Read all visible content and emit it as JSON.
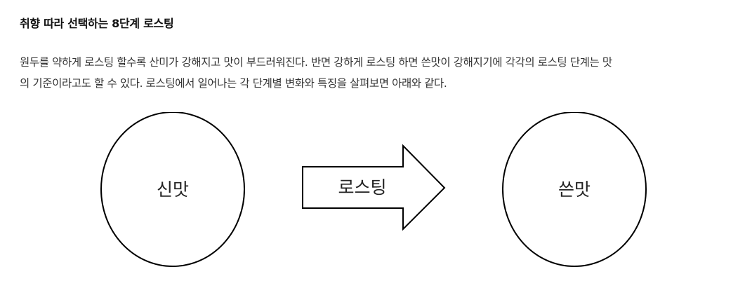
{
  "heading": "취향 따라 선택하는 8단계 로스팅",
  "paragraph": {
    "line1": "원두를 약하게 로스팅 할수록 산미가 강해지고 맛이 부드러워진다. 반면 강하게 로스팅 하면 쓴맛이 강해지기에 각각의 로스팅 단계는 맛",
    "line2": "의 기준이라고도 할 수 있다. 로스팅에서 일어나는 각 단계별 변화와 특징을 살펴보면 아래와 같다."
  },
  "diagram": {
    "left_label": "신맛",
    "arrow_label": "로스팅",
    "right_label": "쓴맛"
  }
}
